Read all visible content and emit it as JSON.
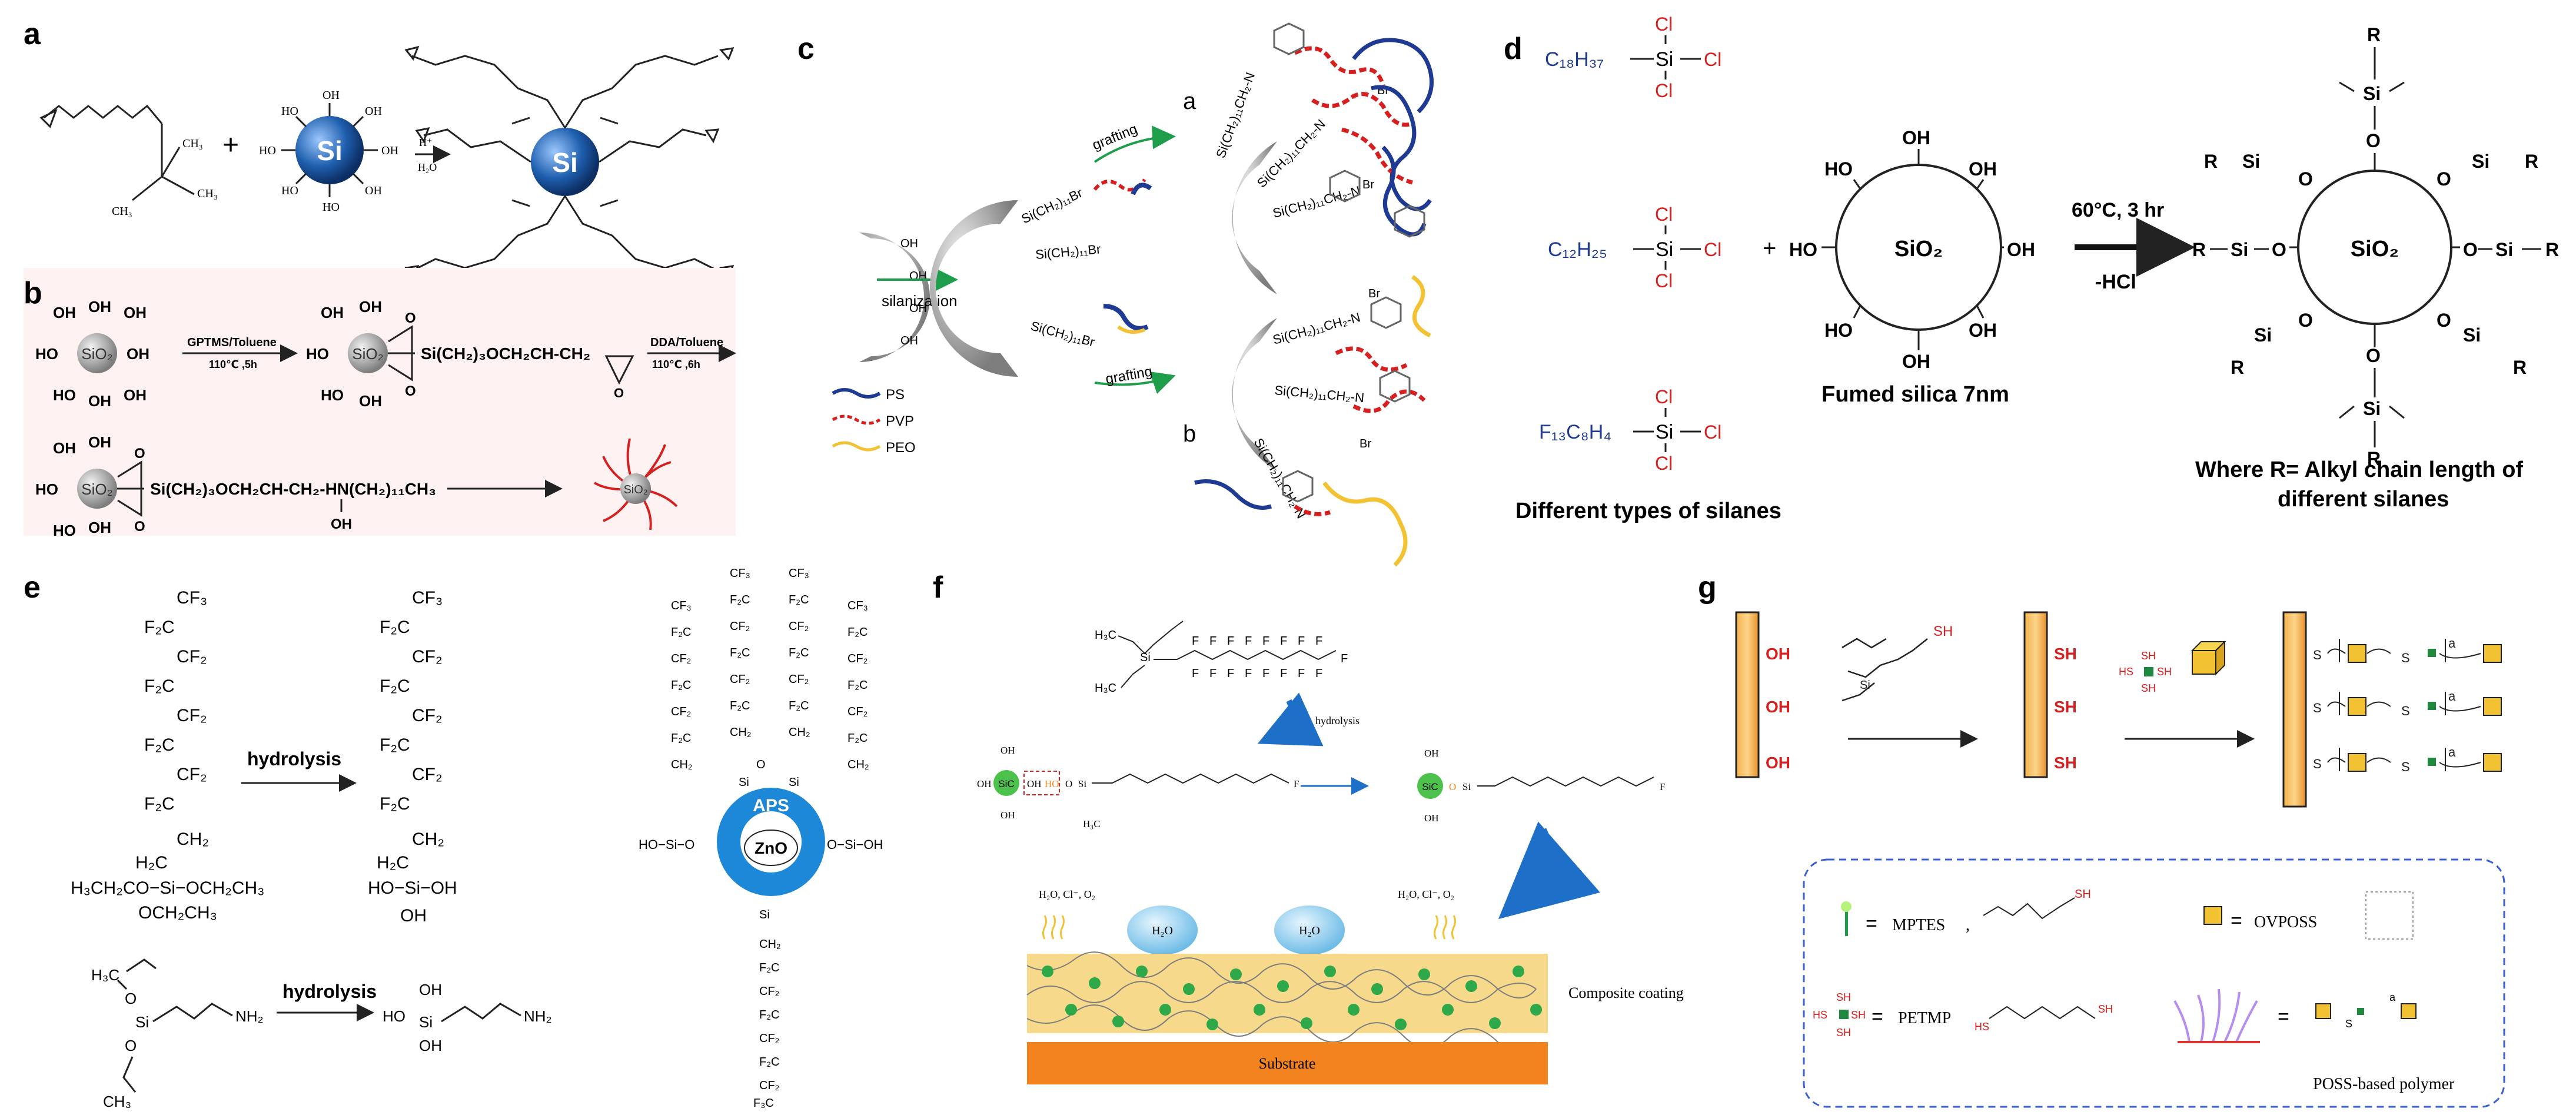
{
  "panels": {
    "a": {
      "letter": "a",
      "si": "Si",
      "catalyst": "H⁺",
      "water": "H₂O",
      "ch3": "CH₃",
      "oh": "HO",
      "oh2": "OH"
    },
    "b": {
      "letter": "b",
      "sio2": "SiO₂",
      "oh": "OH",
      "ho": "HO",
      "step1": "GPTMS/Toluene",
      "step1_cond": "110℃ ,5h",
      "chain1": "Si(CH₂)₃OCH₂CH-CH₂",
      "step2": "DDA/Toluene",
      "step2_cond": "110℃ ,6h",
      "chain2": "Si(CH₂)₃OCH₂CH-CH₂-HN(CH₂)₁₁CH₃",
      "chain2_oh": "OH"
    },
    "c": {
      "letter": "c",
      "sub_a": "a",
      "sub_b": "b",
      "silanization": "silanization",
      "grafting": "grafting",
      "br_chain": "Si(CH₂)₁₁Br",
      "legend": [
        "PS",
        "PVP",
        "PEO"
      ],
      "br": "Br",
      "ch2n": "Si(CH₂)₁₁CH₂-N"
    },
    "d": {
      "letter": "d",
      "silanes": [
        "C₁₈H₃₇",
        "C₁₂H₂₅",
        "F₁₃C₈H₄"
      ],
      "si": "Si",
      "cl": "Cl",
      "plus": "+",
      "oh": "OH",
      "ho": "HO",
      "sio2": "SiO₂",
      "fumed": "Fumed silica 7nm",
      "condition": "60°C, 3 hr",
      "byproduct": "-HCl",
      "types_label": "Different types of silanes",
      "where": "Where R= Alkyl chain length of",
      "where2": "different silanes",
      "r": "R",
      "o": "O"
    },
    "e": {
      "letter": "e",
      "hydrolysis": "hydrolysis",
      "cf3": "CF₃",
      "f2c": "F₂C",
      "cf2": "CF₂",
      "h2c": "H₂C",
      "ch2": "CH₂",
      "si_row": "H₃CH₂CO−Si−OCH₂CH₃",
      "och2ch3": "OCH₂CH₃",
      "hoSiOH": "HO−Si−OH",
      "oh": "OH",
      "aps_left": "H₃C",
      "nh2": "NH₂",
      "aps": "APS",
      "zno": "ZnO",
      "ho_si_o": "HO−Si−O",
      "o_si_oh": "O−Si−OH"
    },
    "f": {
      "letter": "f",
      "hydrolysis": "hydrolysis",
      "sic": "SiC",
      "oh": "OH",
      "ho": "HO",
      "h3c": "H₃C",
      "f": "F",
      "h2o": "H₂O",
      "env": "H₂O, Cl⁻, O₂",
      "composite": "Composite coating",
      "substrate": "Substrate"
    },
    "g": {
      "letter": "g",
      "oh": "OH",
      "sh": "SH",
      "s": "S",
      "hs": "HS",
      "a": "a",
      "legend": [
        {
          "symbol": "MPTES",
          "eq": "="
        },
        {
          "symbol": "OVPOSS",
          "eq": "="
        },
        {
          "symbol": "PETMP",
          "eq": "="
        },
        {
          "symbol": "POSS-based polymer",
          "eq": "="
        }
      ]
    }
  },
  "colors": {
    "si_blue": "#1f5fae",
    "navy": "#1f3a93",
    "red": "#d62020",
    "green": "#1e9e4a",
    "gray": "#8c8c8c",
    "orange": "#f2831f",
    "coat": "#f6d98a",
    "wood": "#f3a43d",
    "lightblue": "#9fd4f0",
    "zno_blue": "#1e88d8"
  }
}
